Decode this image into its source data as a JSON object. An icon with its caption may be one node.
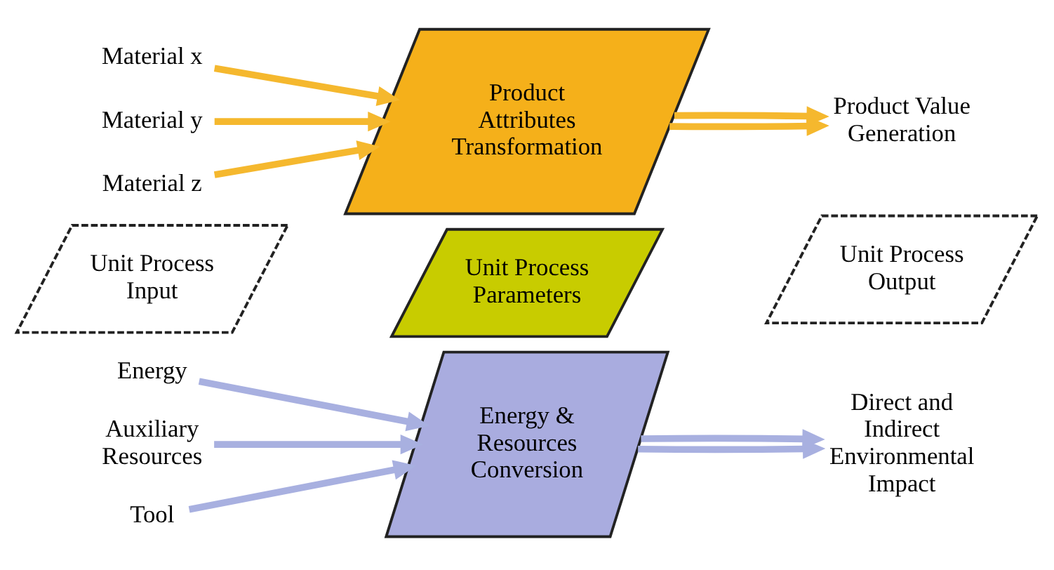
{
  "diagram": {
    "nodes": [
      {
        "text": [
          "Material z"
        ]
      },
      {
        "text": [
          "Material y"
        ]
      },
      {
        "text": [
          "Material x"
        ]
      },
      {
        "text": [
          "Product Attributes Transformation"
        ]
      },
      {
        "text": [
          "Product Value Generation"
        ]
      },
      {
        "text": [
          "Unit Process Input"
        ]
      },
      {
        "text": [
          "Unit Process Parameters"
        ]
      },
      {
        "text": [
          "Unit Process Output"
        ]
      },
      {
        "text": [
          "Tool"
        ]
      },
      {
        "text": [
          "Auxiliary Resources"
        ]
      },
      {
        "text": [
          "Energy"
        ]
      },
      {
        "text": [
          "Energy & Resources Conversion"
        ]
      },
      {
        "text": [
          "Direct and Indirect Environmental Impact"
        ]
      }
    ],
    "edges": [
      {
        "from": 0,
        "to": 3,
        "arrow": "to",
        "color": "#f5b82e"
      },
      {
        "from": 1,
        "to": 3,
        "arrow": "to",
        "color": "#f5b82e"
      },
      {
        "from": 2,
        "to": 3,
        "arrow": "to",
        "color": "#f5b82e"
      },
      {
        "from": 3,
        "to": 4,
        "arrow": "to",
        "color": "#f5b82e"
      },
      {
        "from": 3,
        "to": 4,
        "arrow": "to",
        "color": "#f5b82e"
      },
      {
        "from": 8,
        "to": 11,
        "arrow": "to",
        "color": "#a8b0e0"
      },
      {
        "from": 9,
        "to": 11,
        "arrow": "to",
        "color": "#a8b0e0"
      },
      {
        "from": 10,
        "to": 11,
        "arrow": "to",
        "color": "#a8b0e0"
      },
      {
        "from": 11,
        "to": 12,
        "arrow": "to",
        "color": "#a8b0e0"
      },
      {
        "from": 11,
        "to": 12,
        "arrow": "to",
        "color": "#a8b0e0"
      }
    ]
  }
}
